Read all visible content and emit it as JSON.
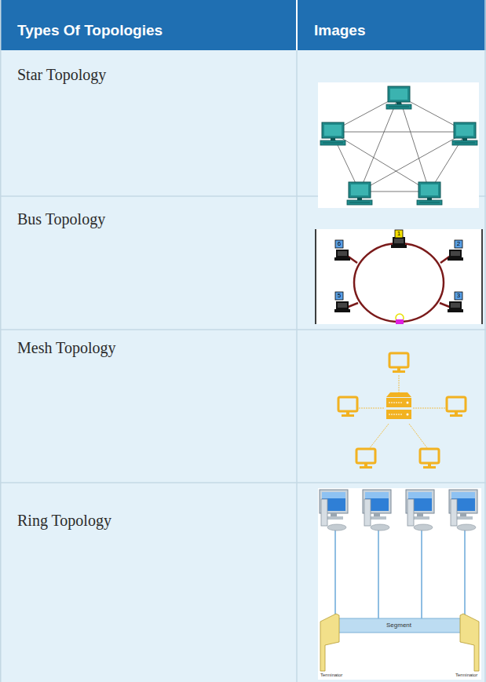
{
  "diagram": {
    "labels": [
      "Types Of Topologies",
      "Images",
      "Star Topology",
      "Bus Topology",
      "Mesh Topology",
      "Ring Topology",
      "1",
      "2",
      "3",
      "5",
      "6",
      "Segment",
      "Terminator",
      "Terminator"
    ]
  }
}
